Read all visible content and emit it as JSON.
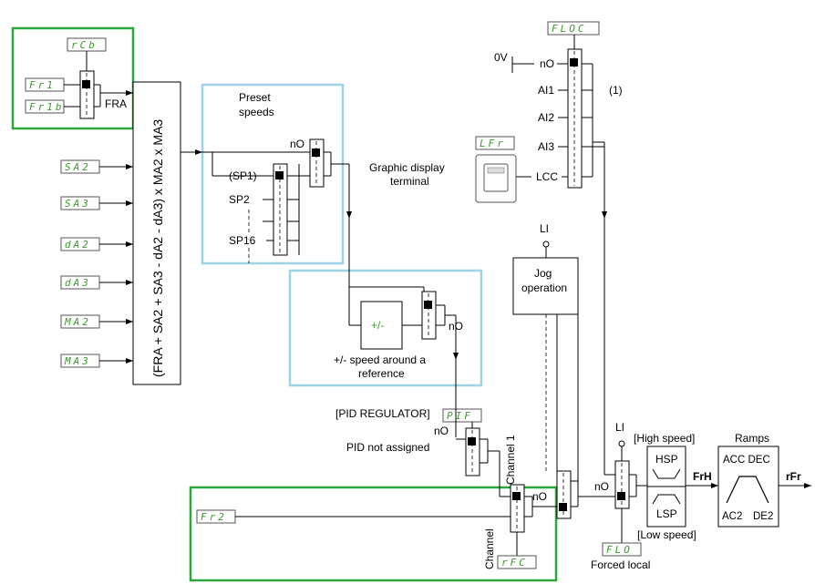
{
  "codes": {
    "rcb": "rCb",
    "fr1": "Fr1",
    "fr1b": "Fr1b",
    "sa2": "SA2",
    "sa3": "SA3",
    "da2": "dA2",
    "da3": "dA3",
    "ma2": "MA2",
    "ma3": "MA3",
    "lfr": "LFr",
    "floc": "FLOC",
    "pif": "PIF",
    "fr2": "Fr2",
    "rfc": "rFC",
    "flo": "FLO"
  },
  "labels": {
    "fra": "FRA",
    "summing_formula": "(FRA + SA2 + SA3 - dA2 - dA3) x MA2 x MA3",
    "preset_speeds_1": "Preset",
    "preset_speeds_2": "speeds",
    "no": "nO",
    "sp1": "(SP1)",
    "sp2": "SP2",
    "sp16": "SP16",
    "graphic_display_1": "Graphic display",
    "graphic_display_2": "terminal",
    "plus_minus": "+/-",
    "plus_minus_caption_1": "+/- speed around a",
    "plus_minus_caption_2": "reference",
    "zero_v": "0V",
    "ai1": "AI1",
    "ai2": "AI2",
    "ai3": "AI3",
    "lcc": "LCC",
    "note_1": "(1)",
    "li": "LI",
    "jog_1": "Jog",
    "jog_2": "operation",
    "pid_regulator": "[PID REGULATOR]",
    "pid_not_assigned": "PID not assigned",
    "channel_1": "Channel 1",
    "channel": "Channel",
    "forced_local": "Forced local",
    "high_speed": "[High speed]",
    "low_speed": "[Low speed]",
    "hsp": "HSP",
    "lsp": "LSP",
    "frh": "FrH",
    "ramps": "Ramps",
    "acc_dec": "ACC DEC",
    "ac2": "AC2",
    "de2": "DE2",
    "rfr": "rFr"
  }
}
